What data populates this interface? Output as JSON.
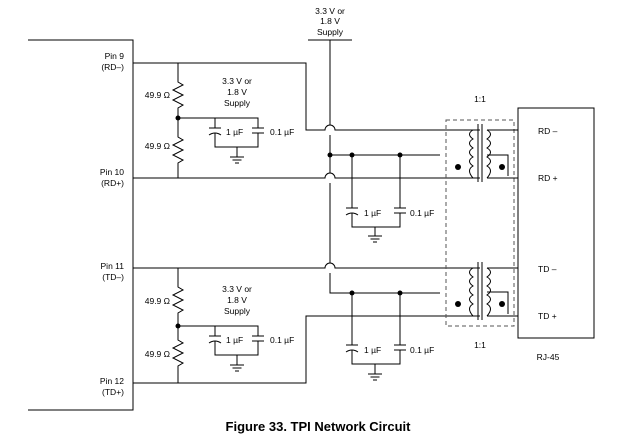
{
  "supply_top": [
    "3.3 V or",
    "1.8 V",
    "Supply"
  ],
  "supply_rx": [
    "3.3 V or",
    "1.8 V",
    "Supply"
  ],
  "supply_tx": [
    "3.3 V or",
    "1.8 V",
    "Supply"
  ],
  "pins": {
    "pin9": {
      "num": "Pin 9",
      "sig": "(RD–)"
    },
    "pin10": {
      "num": "Pin 10",
      "sig": "(RD+)"
    },
    "pin11": {
      "num": "Pin 11",
      "sig": "(TD–)"
    },
    "pin12": {
      "num": "Pin 12",
      "sig": "(TD+)"
    }
  },
  "resistors": {
    "rx_top": "49.9 Ω",
    "rx_bot": "49.9 Ω",
    "tx_top": "49.9 Ω",
    "tx_bot": "49.9 Ω"
  },
  "caps": {
    "rx_left_big": "1 µF",
    "rx_left_small": "0.1 µF",
    "rx_mid_big": "1 µF",
    "rx_mid_small": "0.1 µF",
    "tx_left_big": "1 µF",
    "tx_left_small": "0.1 µF",
    "tx_mid_big": "1 µF",
    "tx_mid_small": "0.1 µF"
  },
  "transformer_ratio_top": "1:1",
  "transformer_ratio_bottom": "1:1",
  "rj45": {
    "rd_minus": "RD –",
    "rd_plus": "RD +",
    "td_minus": "TD –",
    "td_plus": "TD +",
    "name": "RJ-45"
  },
  "caption": "Figure 33.  TPI Network Circuit"
}
